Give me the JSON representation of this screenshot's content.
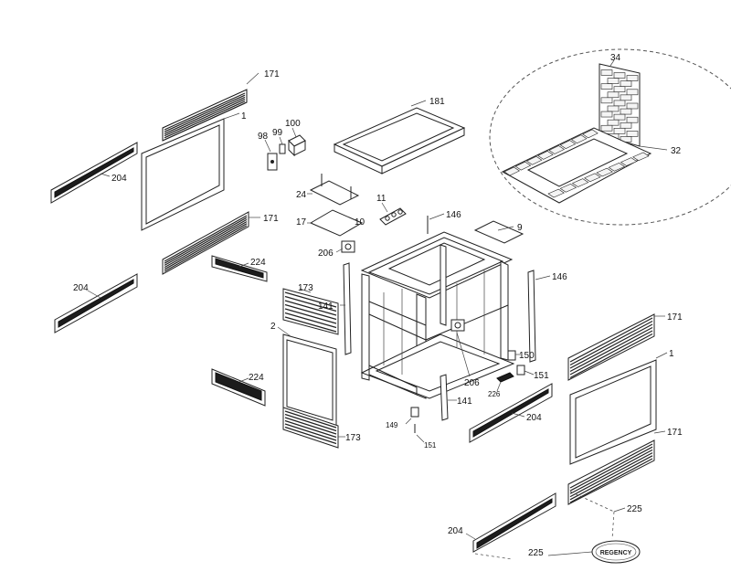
{
  "diagram": {
    "callouts": [
      {
        "id": "c171a",
        "label": "171"
      },
      {
        "id": "c1a",
        "label": "1"
      },
      {
        "id": "c100",
        "label": "100"
      },
      {
        "id": "c99",
        "label": "99"
      },
      {
        "id": "c98",
        "label": "98"
      },
      {
        "id": "c181",
        "label": "181"
      },
      {
        "id": "c204a",
        "label": "204"
      },
      {
        "id": "c24",
        "label": "24"
      },
      {
        "id": "c11",
        "label": "11"
      },
      {
        "id": "c17",
        "label": "17"
      },
      {
        "id": "c10",
        "label": "10"
      },
      {
        "id": "c146a",
        "label": "146"
      },
      {
        "id": "c9",
        "label": "9"
      },
      {
        "id": "c171b",
        "label": "171"
      },
      {
        "id": "c206a",
        "label": "206"
      },
      {
        "id": "c224a",
        "label": "224"
      },
      {
        "id": "c146b",
        "label": "146"
      },
      {
        "id": "c204b",
        "label": "204"
      },
      {
        "id": "c173a",
        "label": "173"
      },
      {
        "id": "c141a",
        "label": "141"
      },
      {
        "id": "c2",
        "label": "2"
      },
      {
        "id": "c171c",
        "label": "171"
      },
      {
        "id": "c150",
        "label": "150"
      },
      {
        "id": "c1b",
        "label": "1"
      },
      {
        "id": "c224b",
        "label": "224"
      },
      {
        "id": "c206b",
        "label": "206"
      },
      {
        "id": "c151a",
        "label": "151"
      },
      {
        "id": "c226",
        "label": "226"
      },
      {
        "id": "c141b",
        "label": "141"
      },
      {
        "id": "c204c",
        "label": "204"
      },
      {
        "id": "c149",
        "label": "149"
      },
      {
        "id": "c173b",
        "label": "173"
      },
      {
        "id": "c151b",
        "label": "151"
      },
      {
        "id": "c171d",
        "label": "171"
      },
      {
        "id": "c225a",
        "label": "225"
      },
      {
        "id": "c204d",
        "label": "204"
      },
      {
        "id": "c225b",
        "label": "225"
      },
      {
        "id": "c34",
        "label": "34"
      },
      {
        "id": "c32",
        "label": "32"
      }
    ],
    "logo_text": "REGENCY"
  }
}
